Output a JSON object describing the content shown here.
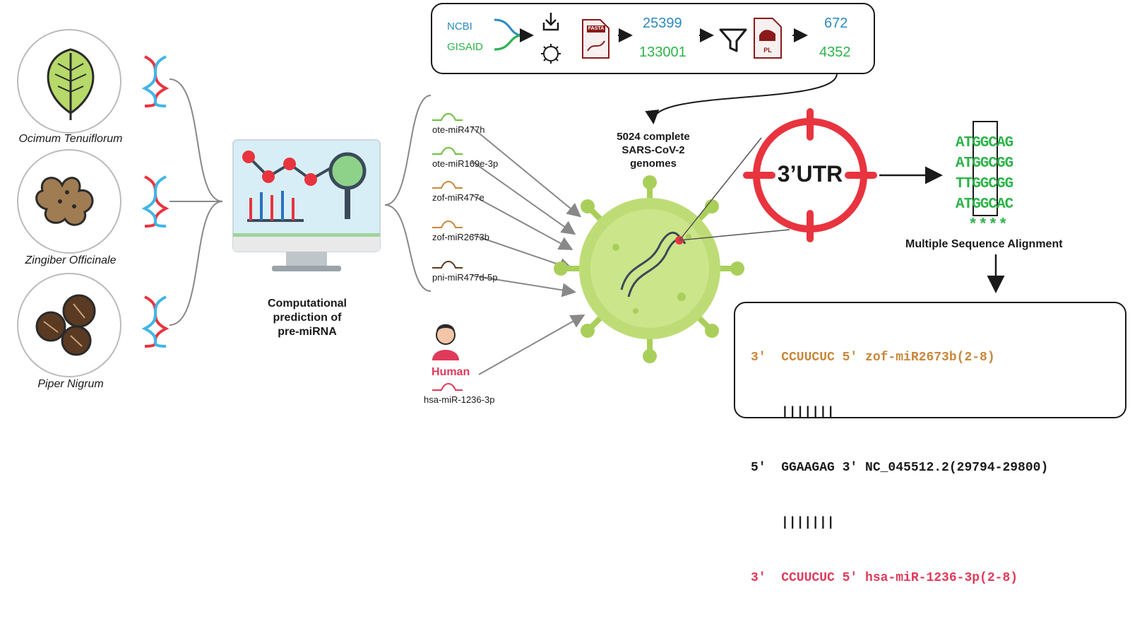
{
  "colors": {
    "blue": "#2a8bbf",
    "green": "#2db34a",
    "red": "#e8343f",
    "orange": "#c9873a",
    "dark": "#1a1a1a",
    "virus": "#a9cf5a",
    "crimson": "#e03a5a"
  },
  "plants": [
    {
      "name": "Ocimum Tenuiflorum",
      "icon": "basil-leaf-icon"
    },
    {
      "name": "Zingiber Officinale",
      "icon": "ginger-root-icon"
    },
    {
      "name": "Piper Nigrum",
      "icon": "black-pepper-icon"
    }
  ],
  "computer": {
    "icon": "monitor-analysis-icon",
    "caption_line1": "Computational",
    "caption_line2": "prediction of",
    "caption_line3": "pre-miRNA"
  },
  "mirnas": [
    {
      "name": "ote-miR477h",
      "color": "#6cbf3c"
    },
    {
      "name": "ote-miR169e-3p",
      "color": "#6cbf3c"
    },
    {
      "name": "zof-miR477e",
      "color": "#c9873a"
    },
    {
      "name": "zof-miR2673b",
      "color": "#c9873a"
    },
    {
      "name": "pni-miR477d-5p",
      "color": "#5a3a20"
    }
  ],
  "human": {
    "label": "Human",
    "mirna": "hsa-miR-1236-3p",
    "icon": "person-icon"
  },
  "pipeline": {
    "source_top": "NCBI",
    "source_bottom": "GISAID",
    "fasta_label": "FASTA",
    "pl_label": "PL",
    "count_top_1": "25399",
    "count_bottom_1": "133001",
    "count_top_2": "672",
    "count_bottom_2": "4352",
    "icons": [
      "download-icon",
      "virus-icon",
      "fasta-file-icon",
      "filter-funnel-icon",
      "pl-file-icon"
    ]
  },
  "genomes": {
    "line1": "5024 complete",
    "line2": "SARS-CoV-2",
    "line3": "genomes"
  },
  "utr": {
    "label": "3’UTR",
    "icon": "crosshair-target-icon"
  },
  "msa": {
    "rows": [
      "ATGGCAG",
      "ATGGCGG",
      "TTGGCGG",
      "ATGGCAC"
    ],
    "stars": "****",
    "caption": "Multiple Sequence Alignment"
  },
  "binding": {
    "row1": "3'  CCUUCUC 5' zof-miR2673b(2-8)",
    "bars": "|||||||",
    "row2": "5'  GGAAGAG 3' NC_045512.2(29794-29800)",
    "row3": "3'  CCUUCUC 5' hsa-miR-1236-3p(2-8)"
  }
}
